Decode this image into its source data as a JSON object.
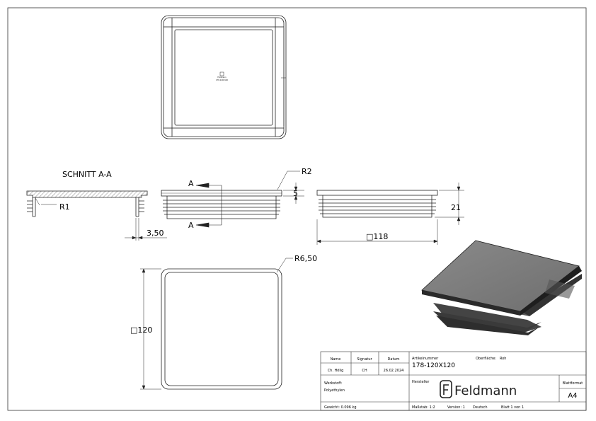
{
  "labels": {
    "section_title": "SCHNITT A-A",
    "section_marker_top": "A",
    "section_marker_bottom": "A",
    "r1": "R1",
    "r2": "R2",
    "r6_50": "R6,50",
    "dim_3_50": "3,50",
    "dim_5": "5",
    "dim_21": "21",
    "dim_118": "□118",
    "dim_120": "□120"
  },
  "title_block": {
    "hdr_name": "Name",
    "hdr_signatur": "Signatur",
    "hdr_datum": "Datum",
    "name": "Ch. Hölig",
    "signatur": "CH",
    "datum": "26.02.2024",
    "artikelnummer_label": "Artikelnummer",
    "artikelnummer": "178-120X120",
    "oberflaeche_label": "Oberfläche:",
    "oberflaeche": "Roh",
    "werkstoff_label": "Werkstoff:",
    "werkstoff": "Polyethylen",
    "hersteller_label": "Hersteller",
    "brand": "Feldmann",
    "blattformat_label": "Blattformat",
    "blattformat": "A4",
    "gewicht": "Gewicht: 0.096 kg",
    "massstab": "Maßstab: 1:2",
    "version": "Version: 1",
    "sprache": "Deutsch",
    "blatt": "Blatt 1 von 1"
  },
  "part_marking": {
    "line1": "Feldmann",
    "line2": "178-120X120"
  }
}
